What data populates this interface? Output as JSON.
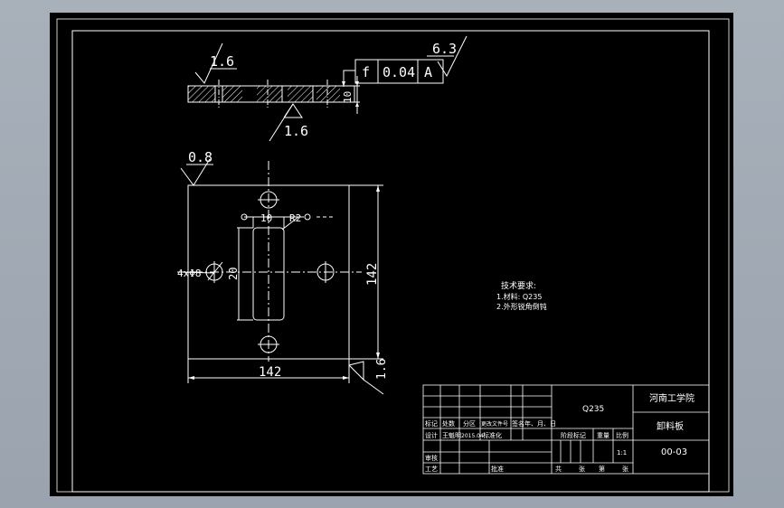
{
  "drawing": {
    "roughness_top": "1.6",
    "roughness_bottom_section": "1.6",
    "roughness_plan": "0.8",
    "roughness_right_corner": "1.6",
    "roughness_overall": "6.3",
    "flatness_symbol": "f",
    "flatness_value": "0.04",
    "datum": "A",
    "thickness_dim": "10",
    "dim_slot_width": "10",
    "dim_radius": "R2",
    "dim_slot_height": "20",
    "dim_holes": "4xΦ8",
    "dim_height": "142",
    "dim_width": "142"
  },
  "notes": {
    "title": "技术要求:",
    "line1": "1.材料: Q235",
    "line2": "2.外形锐角倒钝"
  },
  "title_block": {
    "material": "Q235",
    "school": "河南工学院",
    "part_name": "卸料板",
    "drawing_no": "00-03",
    "scale": "1:1",
    "h_mark": "标记",
    "h_count": "处数",
    "h_zone": "分区",
    "h_docno": "更改文件号",
    "h_sign": "签名",
    "h_date": "年、月、日",
    "r_design": "设计",
    "designer": "王魁明",
    "design_date": "2015.04",
    "r_std": "标准化",
    "r_review": "审核",
    "r_process": "工艺",
    "r_approve": "批准",
    "stage_mark": "阶段标记",
    "weight": "重量",
    "ratio": "比例",
    "sheet_total": "共",
    "sheet_total_unit": "张",
    "sheet_no": "第",
    "sheet_no_unit": "张"
  }
}
